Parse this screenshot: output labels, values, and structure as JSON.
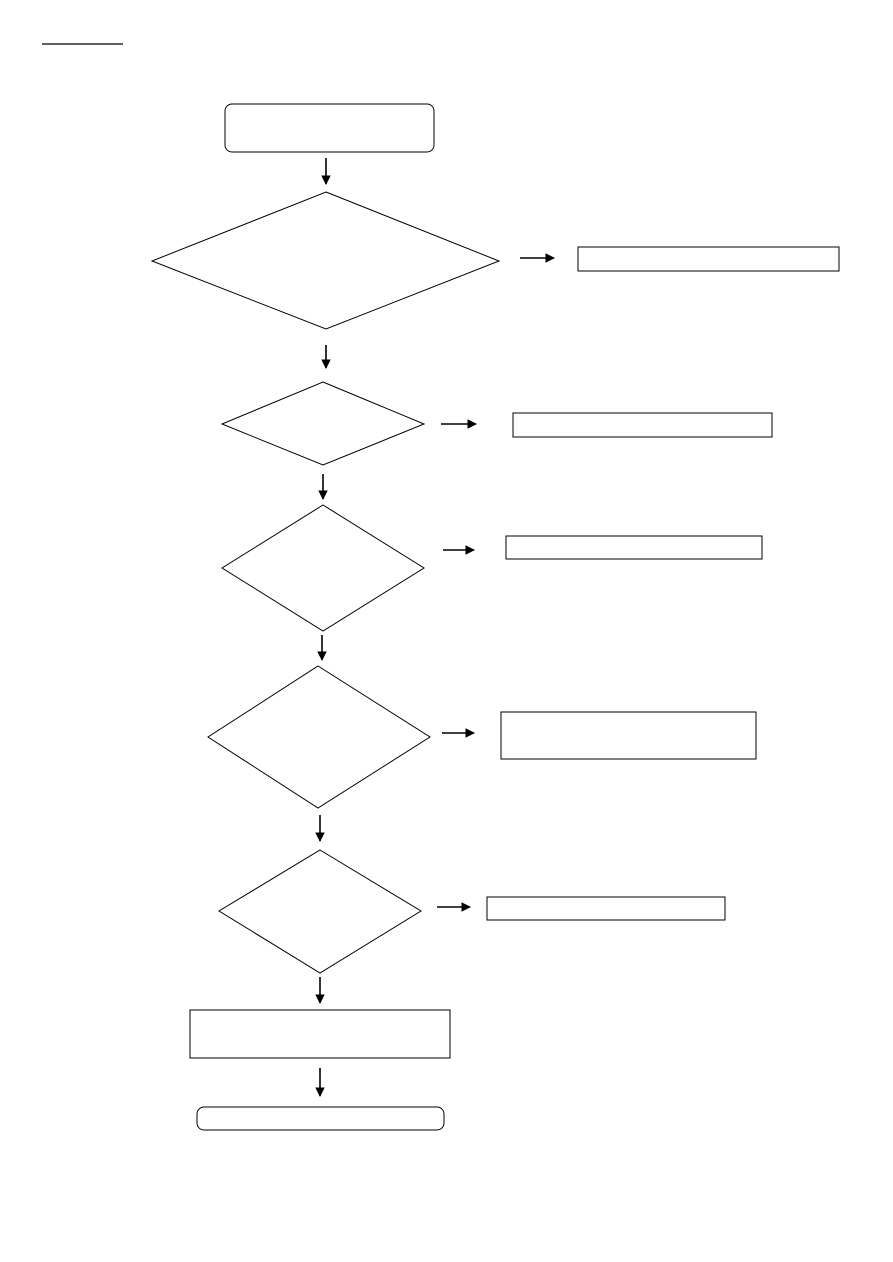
{
  "header": {
    "title": ""
  },
  "flowchart": {
    "start": {
      "label": ""
    },
    "decisions": [
      {
        "id": "d1",
        "label": ""
      },
      {
        "id": "d2",
        "label": ""
      },
      {
        "id": "d3",
        "label": ""
      },
      {
        "id": "d4",
        "label": ""
      },
      {
        "id": "d5",
        "label": ""
      }
    ],
    "outcomes": [
      {
        "id": "o1",
        "label": ""
      },
      {
        "id": "o2",
        "label": ""
      },
      {
        "id": "o3",
        "label": ""
      },
      {
        "id": "o4",
        "label": ""
      },
      {
        "id": "o5",
        "label": ""
      }
    ],
    "final_process": {
      "label": ""
    },
    "end": {
      "label": ""
    }
  }
}
